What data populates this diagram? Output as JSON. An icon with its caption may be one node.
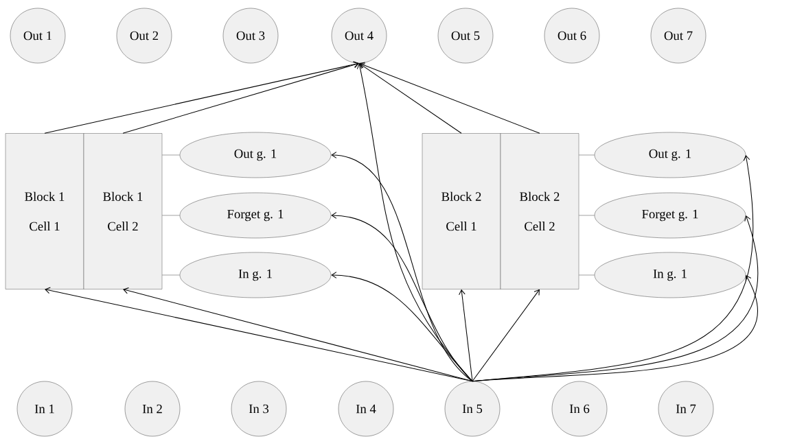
{
  "diagram": {
    "nodes": [
      {
        "text": [
          "Out 1"
        ]
      },
      {
        "text": [
          "Out 2"
        ]
      },
      {
        "text": [
          "Out 3"
        ]
      },
      {
        "text": [
          "Out 4"
        ]
      },
      {
        "text": [
          "Out 5"
        ]
      },
      {
        "text": [
          "Out 6"
        ]
      },
      {
        "text": [
          "Out 7"
        ]
      },
      {
        "text": [
          "In 1"
        ]
      },
      {
        "text": [
          "In 2"
        ]
      },
      {
        "text": [
          "In 3"
        ]
      },
      {
        "text": [
          "In 4"
        ]
      },
      {
        "text": [
          "In 5"
        ]
      },
      {
        "text": [
          "In 6"
        ]
      },
      {
        "text": [
          "In 7"
        ]
      },
      {
        "text": [
          "Block 1",
          "Cell 1"
        ]
      },
      {
        "text": [
          "Block 1",
          "Cell 2"
        ]
      },
      {
        "text": [
          "Out g.  1"
        ]
      },
      {
        "text": [
          "Forget g.  1"
        ]
      },
      {
        "text": [
          "In g.  1"
        ]
      },
      {
        "text": [
          "Block 2",
          "Cell 1"
        ]
      },
      {
        "text": [
          "Block 2",
          "Cell 2"
        ]
      },
      {
        "text": [
          "Out g.  1"
        ]
      },
      {
        "text": [
          "Forget g.  1"
        ]
      },
      {
        "text": [
          "In g.  1"
        ]
      }
    ],
    "edges": [
      {
        "from": 14,
        "to": 3,
        "arrow": "to"
      },
      {
        "from": 15,
        "to": 3,
        "arrow": "to"
      },
      {
        "from": 19,
        "to": 3,
        "arrow": "to"
      },
      {
        "from": 20,
        "to": 3,
        "arrow": "to"
      },
      {
        "from": 11,
        "to": 3,
        "arrow": "to"
      },
      {
        "from": 16,
        "to": 15,
        "arrow": "none"
      },
      {
        "from": 17,
        "to": 15,
        "arrow": "none"
      },
      {
        "from": 18,
        "to": 15,
        "arrow": "none"
      },
      {
        "from": 21,
        "to": 20,
        "arrow": "none"
      },
      {
        "from": 22,
        "to": 20,
        "arrow": "none"
      },
      {
        "from": 23,
        "to": 20,
        "arrow": "none"
      },
      {
        "from": 11,
        "to": 14,
        "arrow": "to"
      },
      {
        "from": 11,
        "to": 15,
        "arrow": "to"
      },
      {
        "from": 11,
        "to": 16,
        "arrow": "to"
      },
      {
        "from": 11,
        "to": 17,
        "arrow": "to"
      },
      {
        "from": 11,
        "to": 18,
        "arrow": "to"
      },
      {
        "from": 11,
        "to": 19,
        "arrow": "to"
      },
      {
        "from": 11,
        "to": 20,
        "arrow": "to"
      },
      {
        "from": 11,
        "to": 21,
        "arrow": "to"
      },
      {
        "from": 11,
        "to": 22,
        "arrow": "to"
      },
      {
        "from": 11,
        "to": 23,
        "arrow": "to"
      }
    ]
  }
}
